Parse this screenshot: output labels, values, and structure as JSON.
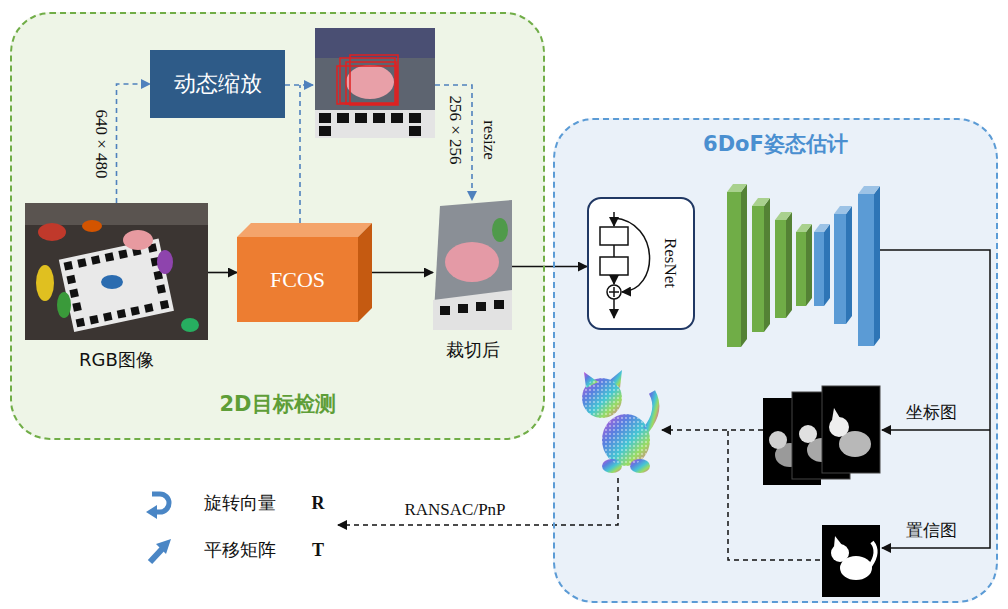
{
  "diagram": {
    "nodes": [
      {
        "text": [
          "2D目标检测"
        ]
      },
      {
        "text": [
          "动态缩放"
        ],
        "in": 0
      },
      {
        "text": [
          "RGB图像"
        ],
        "in": 0
      },
      {
        "text": [
          "FCOS"
        ],
        "in": 0
      },
      {
        "text": [
          "裁切后"
        ],
        "in": 0
      },
      {
        "text": [
          "6DoF姿态估计"
        ]
      },
      {
        "text": [
          "ResNet"
        ],
        "in": 5
      },
      {
        "text": [
          "坐标图"
        ],
        "in": 5
      },
      {
        "text": [
          "置信图"
        ],
        "in": 5
      }
    ],
    "edges": [
      {
        "from": 2,
        "to": 1,
        "arrow": "to",
        "label": "640 × 480"
      },
      {
        "from": 2,
        "to": 3,
        "arrow": "to"
      },
      {
        "from": 3,
        "to": 4,
        "arrow": "to"
      },
      {
        "from": 4,
        "to": 6,
        "arrow": "to"
      }
    ],
    "labels": [
      "256 × 256",
      "resize",
      "RANSAC/PnP",
      "旋转向量",
      "R",
      "平移矩阵",
      "T"
    ]
  }
}
